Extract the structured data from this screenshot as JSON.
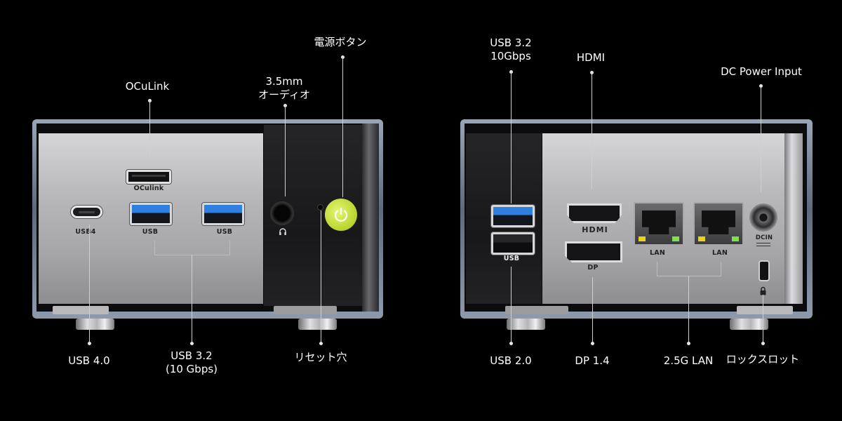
{
  "left_panel": {
    "callouts": {
      "oculink": "OCuLink",
      "audio_line1": "3.5mm",
      "audio_line2": "オーディオ",
      "power_button": "電源ボタン",
      "usb4": "USB 4.0",
      "usb32_line1": "USB 3.2",
      "usb32_line2": "(10 Gbps)",
      "reset": "リセット穴"
    },
    "port_labels": {
      "oculink": "OCulink",
      "usb4": "USB4",
      "usb_a1": "USB",
      "usb_a2": "USB"
    }
  },
  "right_panel": {
    "callouts": {
      "usb32_line1": "USB 3.2",
      "usb32_line2": "10Gbps",
      "hdmi": "HDMI",
      "dc_power": "DC Power Input",
      "usb20": "USB 2.0",
      "dp": "DP 1.4",
      "lan": "2.5G LAN",
      "lock_slot": "ロックスロット"
    },
    "port_labels": {
      "usb": "USB",
      "hdmi": "HDMI",
      "dp": "DP",
      "lan1": "LAN",
      "lan2": "LAN",
      "dcin": "DCIN"
    }
  },
  "colors": {
    "power_button": "#c8e03a",
    "usb_blue": "#2f7fe0",
    "led_yellow": "#e8d21a",
    "led_green": "#7ee04a"
  },
  "icons": {
    "power": "power-icon",
    "headphone": "headphone-icon",
    "lock": "lock-icon"
  }
}
